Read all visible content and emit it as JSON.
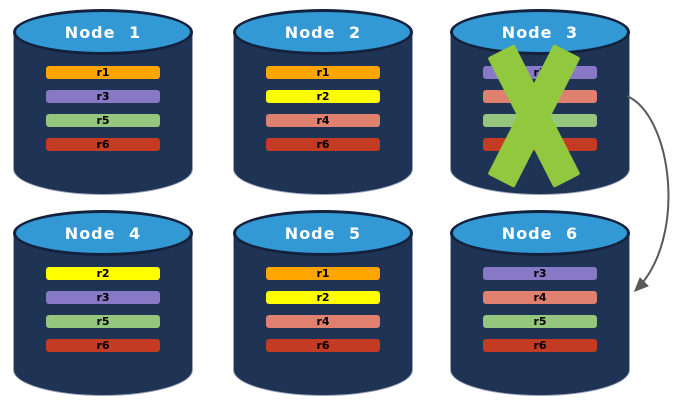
{
  "diagram": {
    "description": "Distributed database nodes with replica placement; one failed node and failover arrow",
    "background": "#FFFFFF",
    "palette": {
      "cylinder_body": "#1F3355",
      "cylinder_top": "#3399D5",
      "cylinder_outline": "#14213D",
      "cylinder_edge_highlight": "#9AA4BA",
      "title_text": "#FFFFFF",
      "bar_text": "#000000",
      "fail_x_green": "#92C83E",
      "arrow_gray": "#595959"
    },
    "replica_colors": {
      "r1": "#FFA500",
      "r2": "#FFFF00",
      "r3": "#8779C6",
      "r4": "#E0806F",
      "r5": "#94C77D",
      "r6": "#C33B23"
    },
    "nodes": [
      {
        "title": "Node 1",
        "failed": false,
        "replicas": [
          {
            "label": "r1",
            "color": "#FFA500"
          },
          {
            "label": "r3",
            "color": "#8779C6"
          },
          {
            "label": "r5",
            "color": "#94C77D"
          },
          {
            "label": "r6",
            "color": "#C33B23"
          }
        ]
      },
      {
        "title": "Node 2",
        "failed": false,
        "replicas": [
          {
            "label": "r1",
            "color": "#FFA500"
          },
          {
            "label": "r2",
            "color": "#FFFF00"
          },
          {
            "label": "r4",
            "color": "#E0806F"
          },
          {
            "label": "r6",
            "color": "#C33B23"
          }
        ]
      },
      {
        "title": "Node 3",
        "failed": true,
        "replicas": [
          {
            "label": "r3",
            "color": "#8779C6"
          },
          {
            "label": "r4",
            "color": "#E0806F"
          },
          {
            "label": "r5",
            "color": "#94C77D"
          },
          {
            "label": "r6",
            "color": "#C33B23"
          }
        ]
      },
      {
        "title": "Node 4",
        "failed": false,
        "replicas": [
          {
            "label": "r2",
            "color": "#FFFF00"
          },
          {
            "label": "r3",
            "color": "#8779C6"
          },
          {
            "label": "r5",
            "color": "#94C77D"
          },
          {
            "label": "r6",
            "color": "#C33B23"
          }
        ]
      },
      {
        "title": "Node 5",
        "failed": false,
        "replicas": [
          {
            "label": "r1",
            "color": "#FFA500"
          },
          {
            "label": "r2",
            "color": "#FFFF00"
          },
          {
            "label": "r4",
            "color": "#E0806F"
          },
          {
            "label": "r6",
            "color": "#C33B23"
          }
        ]
      },
      {
        "title": "Node 6",
        "failed": false,
        "replicas": [
          {
            "label": "r3",
            "color": "#8779C6"
          },
          {
            "label": "r4",
            "color": "#E0806F"
          },
          {
            "label": "r5",
            "color": "#94C77D"
          },
          {
            "label": "r6",
            "color": "#C33B23"
          }
        ]
      }
    ],
    "arrow": {
      "from": "Node 3",
      "to": "Node 6",
      "color": "#595959"
    }
  }
}
